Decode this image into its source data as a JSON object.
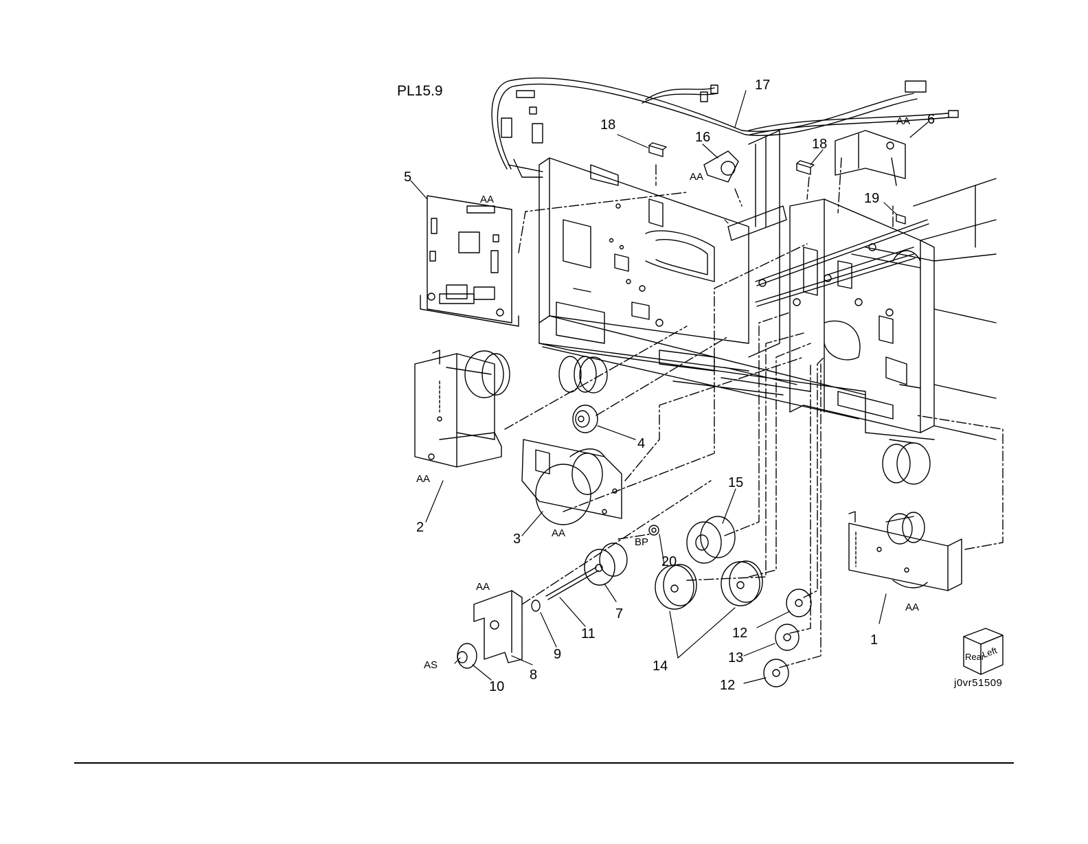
{
  "plate": {
    "id": "PL15.9"
  },
  "image_code": "j0vr51509",
  "orientation_cube": {
    "face1": "Rear",
    "face2": "Left"
  },
  "callouts": {
    "c1": "1",
    "c2": "2",
    "c3": "3",
    "c4": "4",
    "c5": "5",
    "c6": "6",
    "c7": "7",
    "c8": "8",
    "c9": "9",
    "c10": "10",
    "c11": "11",
    "c12a": "12",
    "c12b": "12",
    "c13": "13",
    "c14": "14",
    "c15": "15",
    "c16": "16",
    "c17": "17",
    "c18a": "18",
    "c18b": "18",
    "c19": "19",
    "c20": "20"
  },
  "refs": {
    "aa_1": "AA",
    "aa_2": "AA",
    "aa_3": "AA",
    "aa_4": "AA",
    "aa_5": "AA",
    "aa_6": "AA",
    "aa_7": "AA",
    "as": "AS",
    "bp": "BP"
  },
  "colors": {
    "line": "#000000",
    "background": "#ffffff"
  }
}
